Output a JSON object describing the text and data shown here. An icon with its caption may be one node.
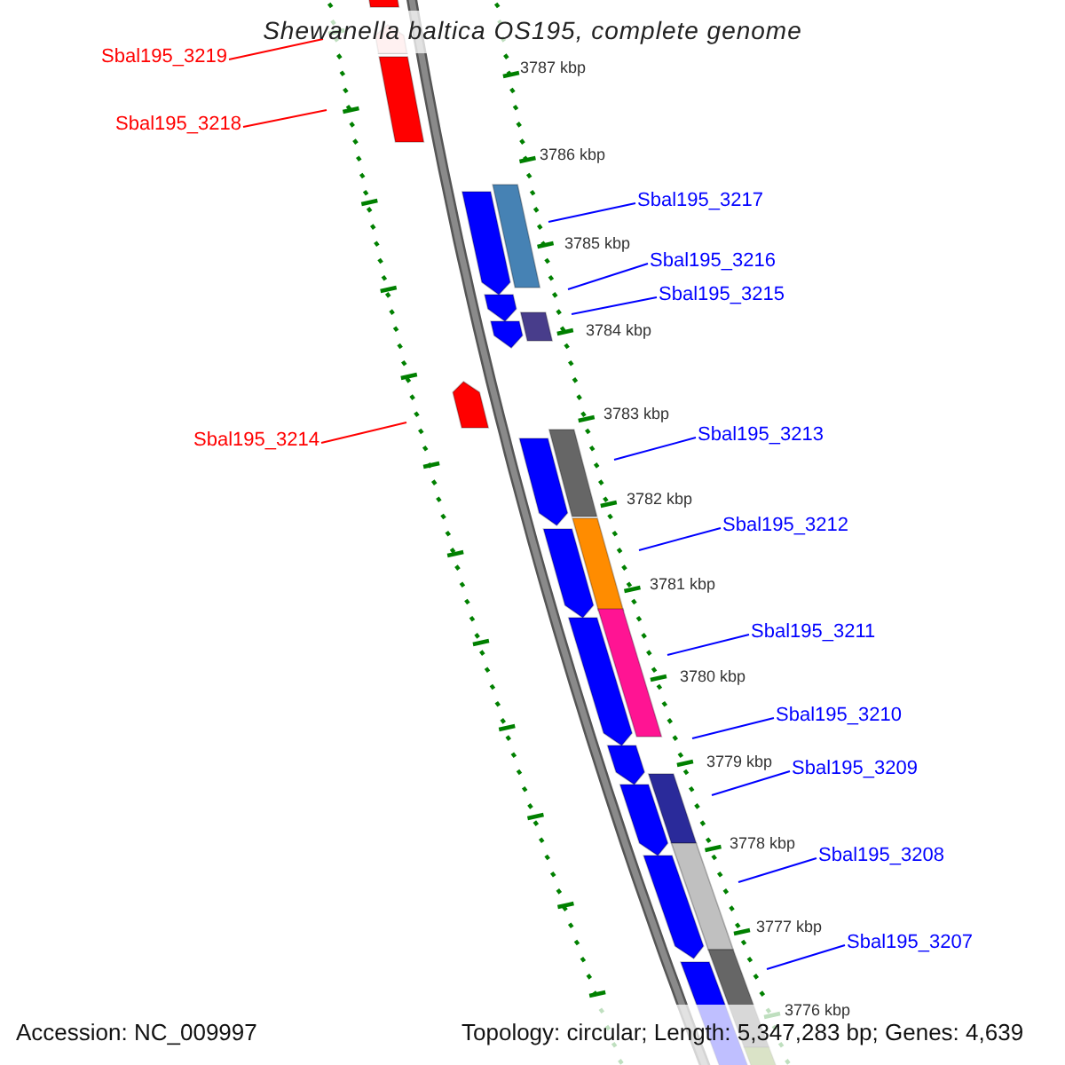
{
  "diagram": {
    "title": "Shewanella baltica OS195, complete genome",
    "nodes": [
      {
        "text": [
          "Sbal195_3219"
        ]
      },
      {
        "text": [
          "Sbal195_3218"
        ]
      },
      {
        "text": [
          "Sbal195_3217"
        ]
      },
      {
        "text": [
          "Sbal195_3216"
        ]
      },
      {
        "text": [
          "Sbal195_3215"
        ]
      },
      {
        "text": [
          "Sbal195_3214"
        ]
      },
      {
        "text": [
          "Sbal195_3213"
        ]
      },
      {
        "text": [
          "Sbal195_3212"
        ]
      },
      {
        "text": [
          "Sbal195_3211"
        ]
      },
      {
        "text": [
          "Sbal195_3210"
        ]
      },
      {
        "text": [
          "Sbal195_3209"
        ]
      },
      {
        "text": [
          "Sbal195_3208"
        ]
      },
      {
        "text": [
          "Sbal195_3207"
        ]
      }
    ],
    "edges": [
      {
        "from": 0,
        "to": null,
        "arrow": "none",
        "color": "#ff0000"
      },
      {
        "from": 1,
        "to": null,
        "arrow": "none",
        "color": "#ff0000"
      },
      {
        "from": 2,
        "to": null,
        "arrow": "none"
      },
      {
        "from": 3,
        "to": null,
        "arrow": "none"
      },
      {
        "from": 4,
        "to": null,
        "arrow": "none"
      },
      {
        "from": 5,
        "to": null,
        "arrow": "none",
        "color": "#ff0000"
      },
      {
        "from": 6,
        "to": null,
        "arrow": "none"
      },
      {
        "from": 7,
        "to": null,
        "arrow": "none"
      },
      {
        "from": 8,
        "to": null,
        "arrow": "none"
      },
      {
        "from": 9,
        "to": null,
        "arrow": "none"
      },
      {
        "from": 10,
        "to": null,
        "arrow": "none"
      },
      {
        "from": 11,
        "to": null,
        "arrow": "none"
      },
      {
        "from": 12,
        "to": null,
        "arrow": "none"
      }
    ],
    "labels": [
      "3787 kbp",
      "3786 kbp",
      "3785 kbp",
      "3784 kbp",
      "3783 kbp",
      "3782 kbp",
      "3781 kbp",
      "3780 kbp",
      "3779 kbp",
      "3778 kbp",
      "3777 kbp",
      "3776 kbp",
      "Accession: NC_009997",
      "Topology: circular; Length: 5,347,283 bp; Genes: 4,639"
    ]
  }
}
